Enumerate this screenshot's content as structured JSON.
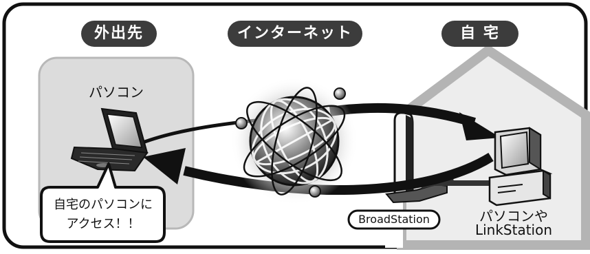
{
  "zones": {
    "outside_label": "外出先",
    "internet_label": "インターネット",
    "home_label": "自 宅"
  },
  "devices": {
    "laptop_label": "パソコン",
    "router_label": "BroadStation",
    "server_label_line1": "パソコンや",
    "server_label_line2": "LinkStation"
  },
  "callout": {
    "line1": "自宅のパソコンに",
    "line2": "アクセス！！"
  }
}
